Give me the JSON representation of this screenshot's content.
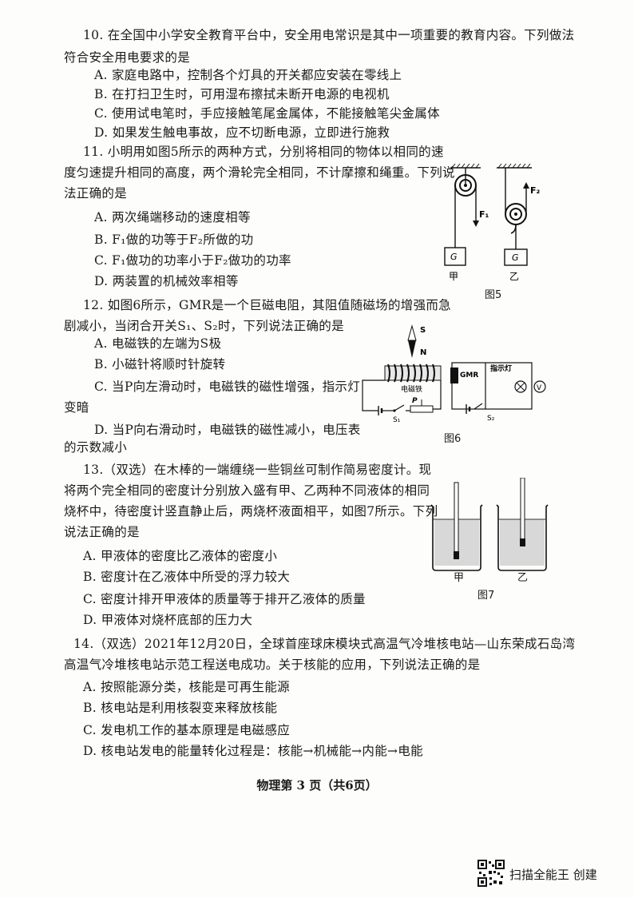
{
  "q10": {
    "stem_line1": "10. 在全国中小学安全教育平台中，安全用电常识是其中一项重要的教育内容。下列做法",
    "stem_line2": "符合安全用电要求的是",
    "options": [
      "A. 家庭电路中，控制各个灯具的开关都应安装在零线上",
      "B. 在打扫卫生时，可用湿布擦拭未断开电源的电视机",
      "C. 使用试电笔时，手应接触笔尾金属体，不能接触笔尖金属体",
      "D. 如果发生触电事故，应不切断电源，立即进行施救"
    ]
  },
  "q11": {
    "stem_line1": "11. 小明用如图5所示的两种方式，分别将相同的物体以相同的速",
    "stem_line2": "度匀速提升相同的高度，两个滑轮完全相同，不计摩擦和绳重。下列说",
    "stem_line3": "法正确的是",
    "options": [
      "A. 两次绳端移动的速度相等",
      "B. F₁做的功等于F₂所做的功",
      "C. F₁做功的功率小于F₂做功的功率",
      "D. 两装置的机械效率相等"
    ]
  },
  "fig5": {
    "caption": "图5",
    "label_left": "甲",
    "label_right": "乙",
    "weight": "G",
    "f1": "F₁",
    "f2": "F₂"
  },
  "q12": {
    "stem_line1": "12. 如图6所示，GMR是一个巨磁电阻，其阻值随磁场的增强而急",
    "stem_line2": "剧减小，当闭合开关S₁、S₂时，下列说法正确的是",
    "option_a": "A. 电磁铁的左端为S极",
    "option_b": "B. 小磁针将顺时针旋转",
    "option_c_line1": "C. 当P向左滑动时，电磁铁的磁性增强，指示灯",
    "option_c_line2": "变暗",
    "option_d_line1": "D. 当P向右滑动时，电磁铁的磁性减小，电压表",
    "option_d_line2": "的示数减小"
  },
  "fig6": {
    "caption": "图6",
    "label_s": "S",
    "label_n": "N",
    "electromagnet": "电磁铁",
    "gmr": "GMR",
    "lamp": "指示灯",
    "voltmeter": "V",
    "s1": "S₁",
    "s2": "S₂",
    "p": "P"
  },
  "q13": {
    "stem_line1": "13.（双选）在木棒的一端缠绕一些铜丝可制作简易密度计。现",
    "stem_line2": "将两个完全相同的密度计分别放入盛有甲、乙两种不同液体的相同",
    "stem_line3": "烧杯中，待密度计竖直静止后，两烧杯液面相平，如图7所示。下列",
    "stem_line4": "说法正确的是",
    "options": [
      "A. 甲液体的密度比乙液体的密度小",
      "B. 密度计在乙液体中所受的浮力较大",
      "C. 密度计排开甲液体的质量等于排开乙液体的质量",
      "D. 甲液体对烧杯底部的压力大"
    ]
  },
  "fig7": {
    "caption": "图7",
    "label_left": "甲",
    "label_right": "乙"
  },
  "q14": {
    "stem_line1": "14.（双选）2021年12月20日，全球首座球床模块式高温气冷堆核电站—山东荣成石岛湾",
    "stem_line2": "高温气冷堆核电站示范工程送电成功。关于核能的应用，下列说法正确的是",
    "options": [
      "A. 按照能源分类，核能是可再生能源",
      "B. 核电站是利用核裂变来释放核能",
      "C. 发电机工作的基本原理是电磁感应",
      "D. 核电站发电的能量转化过程是：核能→机械能→内能→电能"
    ]
  },
  "footer": {
    "page": "物理第 3 页（共6页）"
  },
  "watermark": {
    "brand": "扫描全能王  创建"
  }
}
